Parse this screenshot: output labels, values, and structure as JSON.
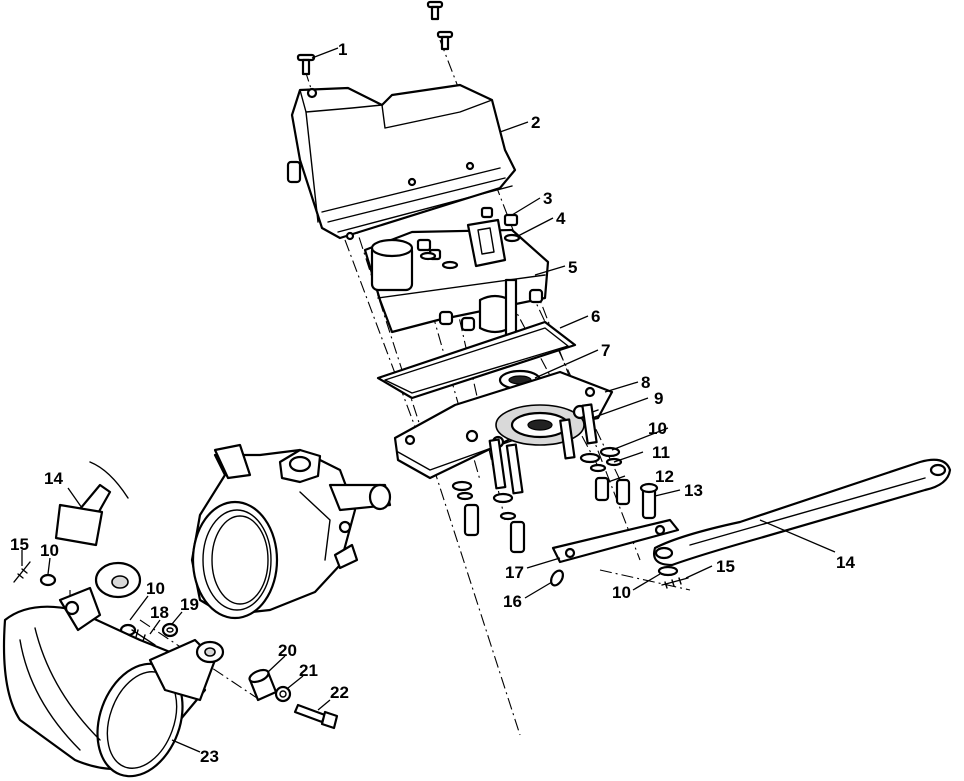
{
  "callouts": [
    {
      "id": "c1",
      "text": "1"
    },
    {
      "id": "c2",
      "text": "2"
    },
    {
      "id": "c3",
      "text": "3"
    },
    {
      "id": "c4",
      "text": "4"
    },
    {
      "id": "c5",
      "text": "5"
    },
    {
      "id": "c6",
      "text": "6"
    },
    {
      "id": "c7",
      "text": "7"
    },
    {
      "id": "c8",
      "text": "8"
    },
    {
      "id": "c9",
      "text": "9"
    },
    {
      "id": "c10a",
      "text": "10"
    },
    {
      "id": "c11",
      "text": "11"
    },
    {
      "id": "c12",
      "text": "12"
    },
    {
      "id": "c13",
      "text": "13"
    },
    {
      "id": "c14a",
      "text": "14"
    },
    {
      "id": "c15a",
      "text": "15"
    },
    {
      "id": "c10b",
      "text": "10"
    },
    {
      "id": "c16",
      "text": "16"
    },
    {
      "id": "c17",
      "text": "17"
    },
    {
      "id": "c14b",
      "text": "14"
    },
    {
      "id": "c15b",
      "text": "15"
    },
    {
      "id": "c10c",
      "text": "10"
    },
    {
      "id": "c10d",
      "text": "10"
    },
    {
      "id": "c18",
      "text": "18"
    },
    {
      "id": "c19",
      "text": "19"
    },
    {
      "id": "c20",
      "text": "20"
    },
    {
      "id": "c21",
      "text": "21"
    },
    {
      "id": "c22",
      "text": "22"
    },
    {
      "id": "c23",
      "text": "23"
    }
  ]
}
